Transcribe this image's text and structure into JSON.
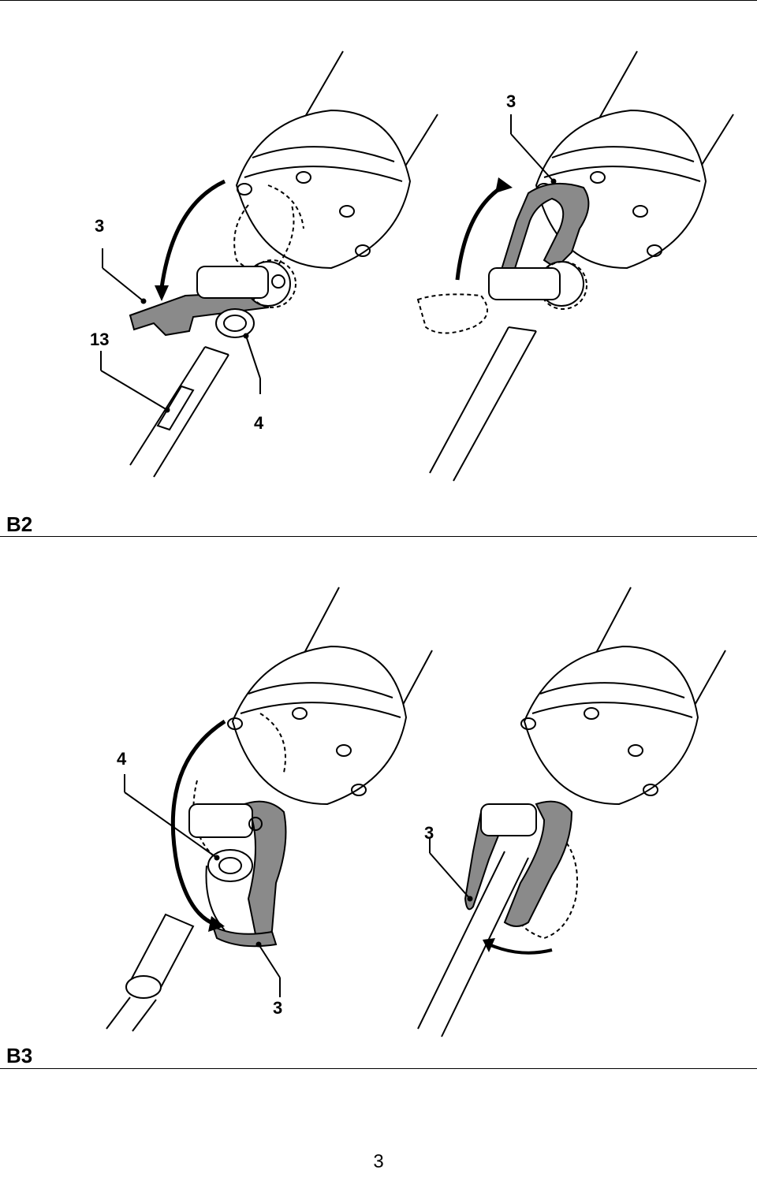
{
  "figures": [
    {
      "label": "B2",
      "callouts": [
        "3",
        "13",
        "4",
        "3"
      ]
    },
    {
      "label": "B3",
      "callouts": [
        "4",
        "3",
        "3"
      ]
    }
  ],
  "page_number": "3",
  "colors": {
    "ink": "#000000",
    "part_fill": "#8a8a8a",
    "background": "#ffffff"
  }
}
